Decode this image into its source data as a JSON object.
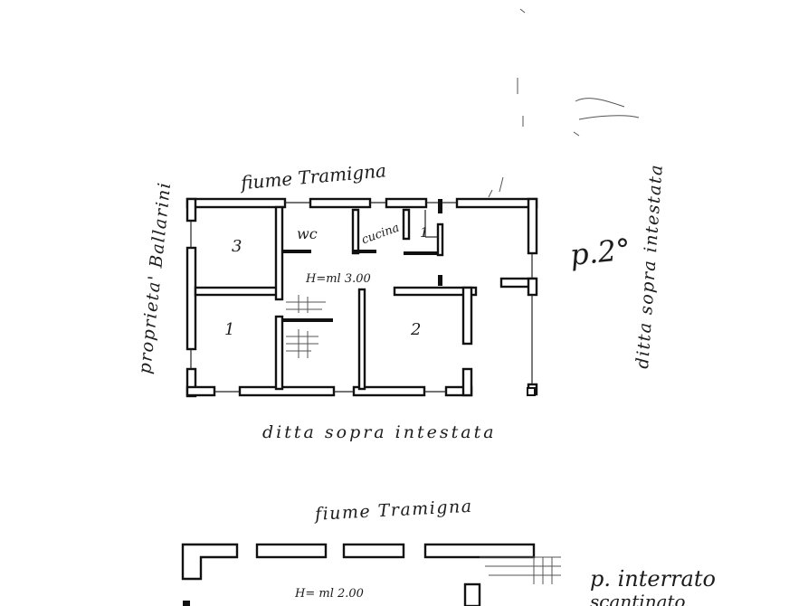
{
  "upper_floor": {
    "label_north": "fiume Tramigna",
    "label_west": "proprieta' Ballarini",
    "label_east": "ditta sopra intestata",
    "label_south": "ditta sopra intestata",
    "floor_label": "p.2°",
    "height_label": "H=ml 3.00",
    "room_labels": {
      "room_a": "3",
      "room_b": "1",
      "room_c": "2",
      "room_d": "1",
      "wc": "wc",
      "kitchen": "cucina"
    }
  },
  "basement": {
    "label_north": "fiume Tramigna",
    "floor_label": "p. interrato",
    "sub_label": "scantinato",
    "height_label": "H= ml 2.00"
  }
}
